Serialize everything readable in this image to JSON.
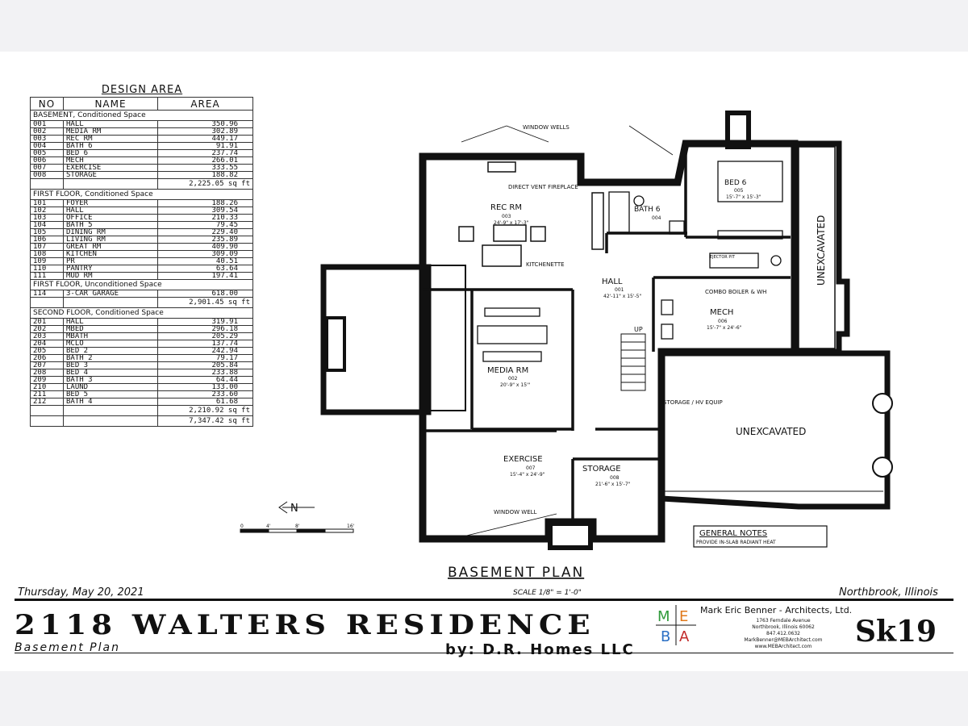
{
  "design_area": {
    "title": "DESIGN AREA",
    "headers": [
      "NO",
      "NAME",
      "AREA"
    ],
    "sections": [
      {
        "heading": "BASEMENT, Conditioned Space",
        "rows": [
          [
            "001",
            "HALL",
            "350.96"
          ],
          [
            "002",
            "MEDIA RM",
            "302.89"
          ],
          [
            "003",
            "REC RM",
            "449.17"
          ],
          [
            "004",
            "BATH 6",
            "91.91"
          ],
          [
            "005",
            "BED 6",
            "237.74"
          ],
          [
            "006",
            "MECH",
            "266.01"
          ],
          [
            "007",
            "EXERCISE",
            "333.55"
          ],
          [
            "008",
            "STORAGE",
            "188.82"
          ]
        ],
        "total": "2,225.05 sq ft"
      },
      {
        "heading": "FIRST FLOOR, Conditioned Space",
        "rows": [
          [
            "101",
            "FOYER",
            "188.26"
          ],
          [
            "102",
            "HALL",
            "309.54"
          ],
          [
            "103",
            "OFFICE",
            "210.33"
          ],
          [
            "104",
            "BATH 5",
            "79.45"
          ],
          [
            "105",
            "DINING RM",
            "229.40"
          ],
          [
            "106",
            "LIVING RM",
            "235.89"
          ],
          [
            "107",
            "GREAT RM",
            "409.90"
          ],
          [
            "108",
            "KITCHEN",
            "309.09"
          ],
          [
            "109",
            "PR",
            "40.51"
          ],
          [
            "110",
            "PANTRY",
            "63.64"
          ],
          [
            "111",
            "MUD RM",
            "197.41"
          ]
        ],
        "total": ""
      },
      {
        "heading": "FIRST FLOOR, Unconditioned Space",
        "rows": [
          [
            "114",
            "3-CAR GARAGE",
            "618.00"
          ]
        ],
        "total": "2,901.45 sq ft"
      },
      {
        "heading": "SECOND FLOOR, Conditioned Space",
        "rows": [
          [
            "201",
            "HALL",
            "319.91"
          ],
          [
            "202",
            "MBED",
            "296.18"
          ],
          [
            "203",
            "MBATH",
            "205.29"
          ],
          [
            "204",
            "MCLO",
            "137.74"
          ],
          [
            "205",
            "BED 2",
            "242.94"
          ],
          [
            "206",
            "BATH 2",
            "79.17"
          ],
          [
            "207",
            "BED 3",
            "205.84"
          ],
          [
            "208",
            "BED 4",
            "233.88"
          ],
          [
            "209",
            "BATH 3",
            "64.44"
          ],
          [
            "210",
            "LAUND",
            "133.00"
          ],
          [
            "211",
            "BED 5",
            "233.60"
          ],
          [
            "212",
            "BATH 4",
            "61.68"
          ]
        ],
        "total": "2,210.92 sq ft"
      }
    ],
    "grand_total": "7,347.42 sq ft"
  },
  "plan": {
    "title": "BASEMENT PLAN",
    "rooms": [
      {
        "name": "REC RM",
        "num": "003",
        "dims": "24'-9\" x 17'-3\""
      },
      {
        "name": "BATH 6",
        "num": "004",
        "dims": ""
      },
      {
        "name": "BED 6",
        "num": "005",
        "dims": "15'-7\" x 15'-3\""
      },
      {
        "name": "HALL",
        "num": "001",
        "dims": "42'-11\" x 15'-5\""
      },
      {
        "name": "MECH",
        "num": "006",
        "dims": "15'-7\" x 24'-6\""
      },
      {
        "name": "MEDIA RM",
        "num": "002",
        "dims": "20'-9\" x 15'\""
      },
      {
        "name": "EXERCISE",
        "num": "007",
        "dims": "15'-4\" x 24'-9\""
      },
      {
        "name": "STORAGE",
        "num": "008",
        "dims": "21'-6\" x 15'-7\""
      }
    ],
    "notes": {
      "window_wells_top": "WINDOW WELLS",
      "window_well_bottom": "WINDOW WELL",
      "fireplace": "DIRECT VENT FIREPLACE",
      "kitchenette": "KITCHENETTE",
      "boiler": "COMBO BOILER & WH",
      "storage_equip": "STORAGE / HV EQUIP",
      "unexcavated_side": "UNEXCAVATED",
      "unexcavated_main": "UNEXCAVATED",
      "up": "UP",
      "sump": "EJECTOR PIT",
      "general_notes_title": "GENERAL NOTES",
      "general_notes_text": "PROVIDE IN-SLAB RADIANT HEAT"
    },
    "north": "N",
    "scale_bar": [
      "0",
      "4'",
      "8'",
      "16'"
    ]
  },
  "title_block": {
    "date": "Thursday, May 20, 2021",
    "scale": "SCALE 1/8\" = 1'-0\"",
    "location": "Northbrook, Illinois",
    "project": "2118 WALTERS RESIDENCE",
    "subtitle": "Basement Plan",
    "builder": "by: D.R. Homes LLC",
    "logo_letters": [
      "M",
      "E",
      "B",
      "A"
    ],
    "architect": "Mark Eric Benner - Architects, Ltd.",
    "architect_lines": [
      "1763 Ferndale Avenue",
      "Northbrook, Illinois 60062",
      "847.412.0632",
      "MarkBenner@MEBArchitect.com",
      "www.MEBArchitect.com"
    ],
    "sheet": "Sk19"
  },
  "colors": {
    "ink": "#111111",
    "logo_m": "#2f9a3a",
    "logo_e": "#e0781a",
    "logo_b": "#2a6fc4",
    "logo_a": "#c22a2a"
  }
}
